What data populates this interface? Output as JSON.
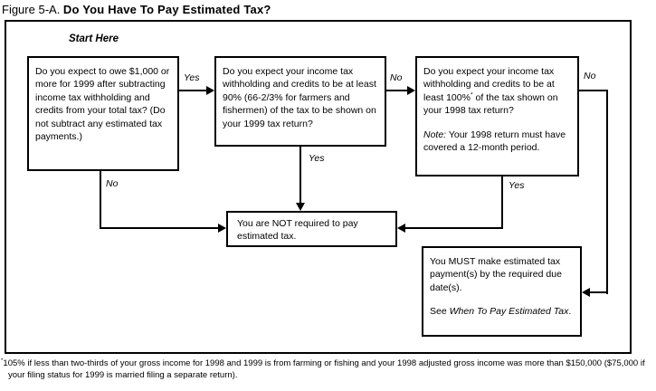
{
  "title": {
    "figure_label": "Figure 5-A. ",
    "figure_title": "Do You Have To Pay Estimated Tax?"
  },
  "flowchart": {
    "start_label": "Start Here",
    "q1": {
      "text": "Do you expect to owe $1,000 or more for 1999 after subtracting income tax withholding and credits from your total tax? (Do not subtract any estimated tax payments.)"
    },
    "q2": {
      "text": "Do you expect your income tax withholding and credits to be at least 90% (66-2/3% for farmers and fishermen) of the tax to be shown on your 1999 tax return?"
    },
    "q3": {
      "text_before_sup": "Do you expect your income tax withholding and credits to be at least 100%",
      "sup": "*",
      "text_after_sup": " of the tax shown on your 1998 tax return?",
      "note_label": "Note:",
      "note_text": " Your 1998 return must have covered a 12-month period."
    },
    "not_required": {
      "text": "You are NOT required to pay estimated tax."
    },
    "must_pay": {
      "text": "You MUST make estimated tax payment(s) by the required due date(s).",
      "see_prefix": "See ",
      "see_reference": "When To Pay Estimated Tax",
      "see_suffix": "."
    },
    "edge_labels": {
      "q1_to_q2": "Yes",
      "q2_to_q3": "No",
      "q3_to_must": "No",
      "q1_to_not": "No",
      "q2_to_not": "Yes",
      "q3_to_not": "Yes"
    }
  },
  "footnote": {
    "marker": "*",
    "text": "105% if less than two-thirds of your gross income for 1998 and 1999 is from farming or fishing and your 1998 adjusted gross income was more than $150,000 ($75,000 if your filing status for 1999 is married filing a separate return)."
  },
  "colors": {
    "ink": "#000000",
    "paper": "#ffffff"
  }
}
